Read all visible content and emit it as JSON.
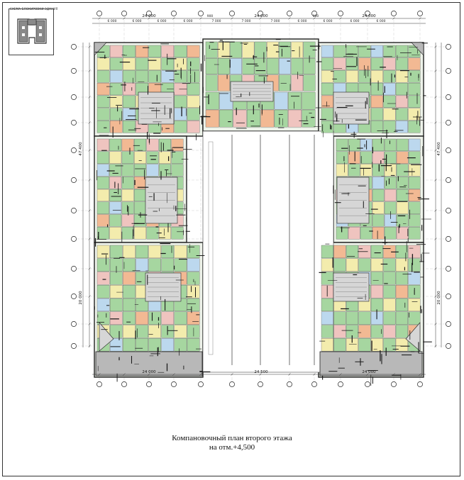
{
  "key_title": "СХЕМА БЛОКИРОВКИ ЗДАНИЯ",
  "caption_line1": "Компановочный план второго этажа",
  "caption_line2": "на отм.+4,500",
  "dims_top": [
    "24 000",
    "24 000",
    "24 000"
  ],
  "dims_bottom": [
    "24 000",
    "24 500",
    "24 000"
  ],
  "dims_sub_top": [
    "6 000",
    "6 000",
    "6 000",
    "6 000",
    "7 000",
    "7 000",
    "7 000",
    "6 000",
    "6 000",
    "6 000",
    "6 000"
  ],
  "dims_gap": [
    "900",
    "900"
  ],
  "dims_left": [
    "47 400",
    "20 000"
  ],
  "dims_right": [
    "47 400",
    "20 000"
  ],
  "colors": {
    "green": "#a6d6a0",
    "yellow": "#f3ecad",
    "pink": "#efc4bf",
    "blue": "#bcd8ee",
    "orange": "#f2b993",
    "gray": "#b8b8b8",
    "lightgray": "#d6d6d6"
  }
}
